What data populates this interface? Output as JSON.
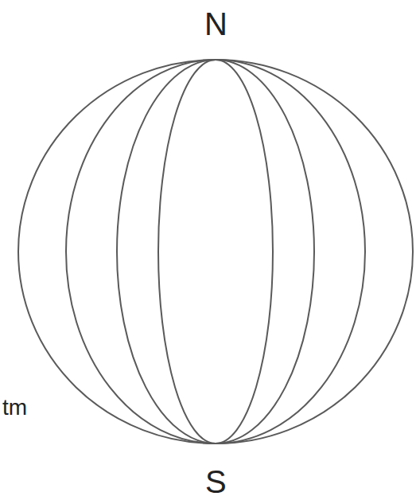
{
  "diagram": {
    "labels": [
      "N",
      "S",
      "tm"
    ]
  }
}
